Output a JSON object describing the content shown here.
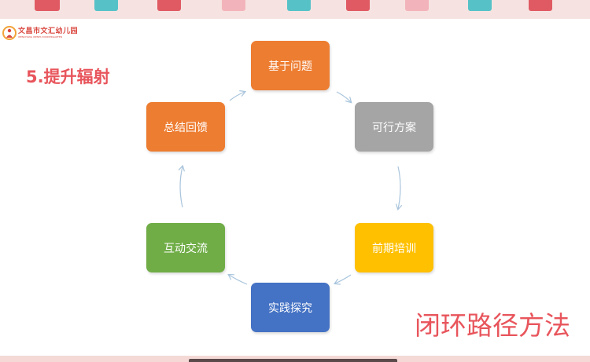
{
  "header": {
    "logo_text": "文昌市文汇幼儿园",
    "logo_sub": "WENCHANG WENHUI KINDERGARTEN"
  },
  "slide": {
    "heading": "5.提升辐射",
    "method_title": "闭环路径方法"
  },
  "cycle": {
    "steps": [
      {
        "label": "基于问题",
        "color": "#ed7d31"
      },
      {
        "label": "可行方案",
        "color": "#a5a5a5"
      },
      {
        "label": "前期培训",
        "color": "#ffc000"
      },
      {
        "label": "实践探究",
        "color": "#4472c4"
      },
      {
        "label": "互动交流",
        "color": "#70ad47"
      },
      {
        "label": "总结回馈",
        "color": "#ed7d31"
      }
    ],
    "arrow_color": "#a8c4dc"
  },
  "theme": {
    "accent": "#e8555c",
    "banner_colors": [
      "#e05a63",
      "#56c2c8",
      "#f2b4ba",
      "#f0e8e8"
    ]
  }
}
